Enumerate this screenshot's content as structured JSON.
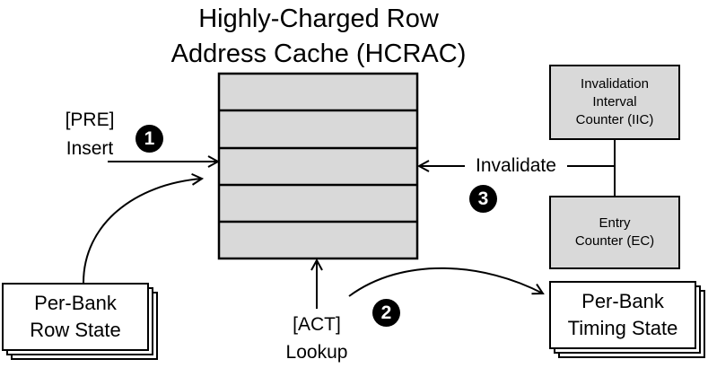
{
  "title": {
    "line1": "Highly-Charged Row",
    "line2": "Address Cache (HCRAC)"
  },
  "cache": {
    "entries": 5,
    "fill_color": "#d9d9d9"
  },
  "insert": {
    "line1": "[PRE]",
    "line2": "Insert",
    "step": "1"
  },
  "lookup": {
    "line1": "[ACT]",
    "line2": "Lookup",
    "step": "2"
  },
  "invalidate": {
    "label": "Invalidate",
    "step": "3"
  },
  "iic_box": {
    "line1": "Invalidation",
    "line2": "Interval",
    "line3": "Counter (IIC)"
  },
  "ec_box": {
    "line1": "Entry",
    "line2": "Counter (EC)"
  },
  "row_state_box": {
    "line1": "Per-Bank",
    "line2": "Row State"
  },
  "timing_state_box": {
    "line1": "Per-Bank",
    "line2": "Timing State"
  }
}
